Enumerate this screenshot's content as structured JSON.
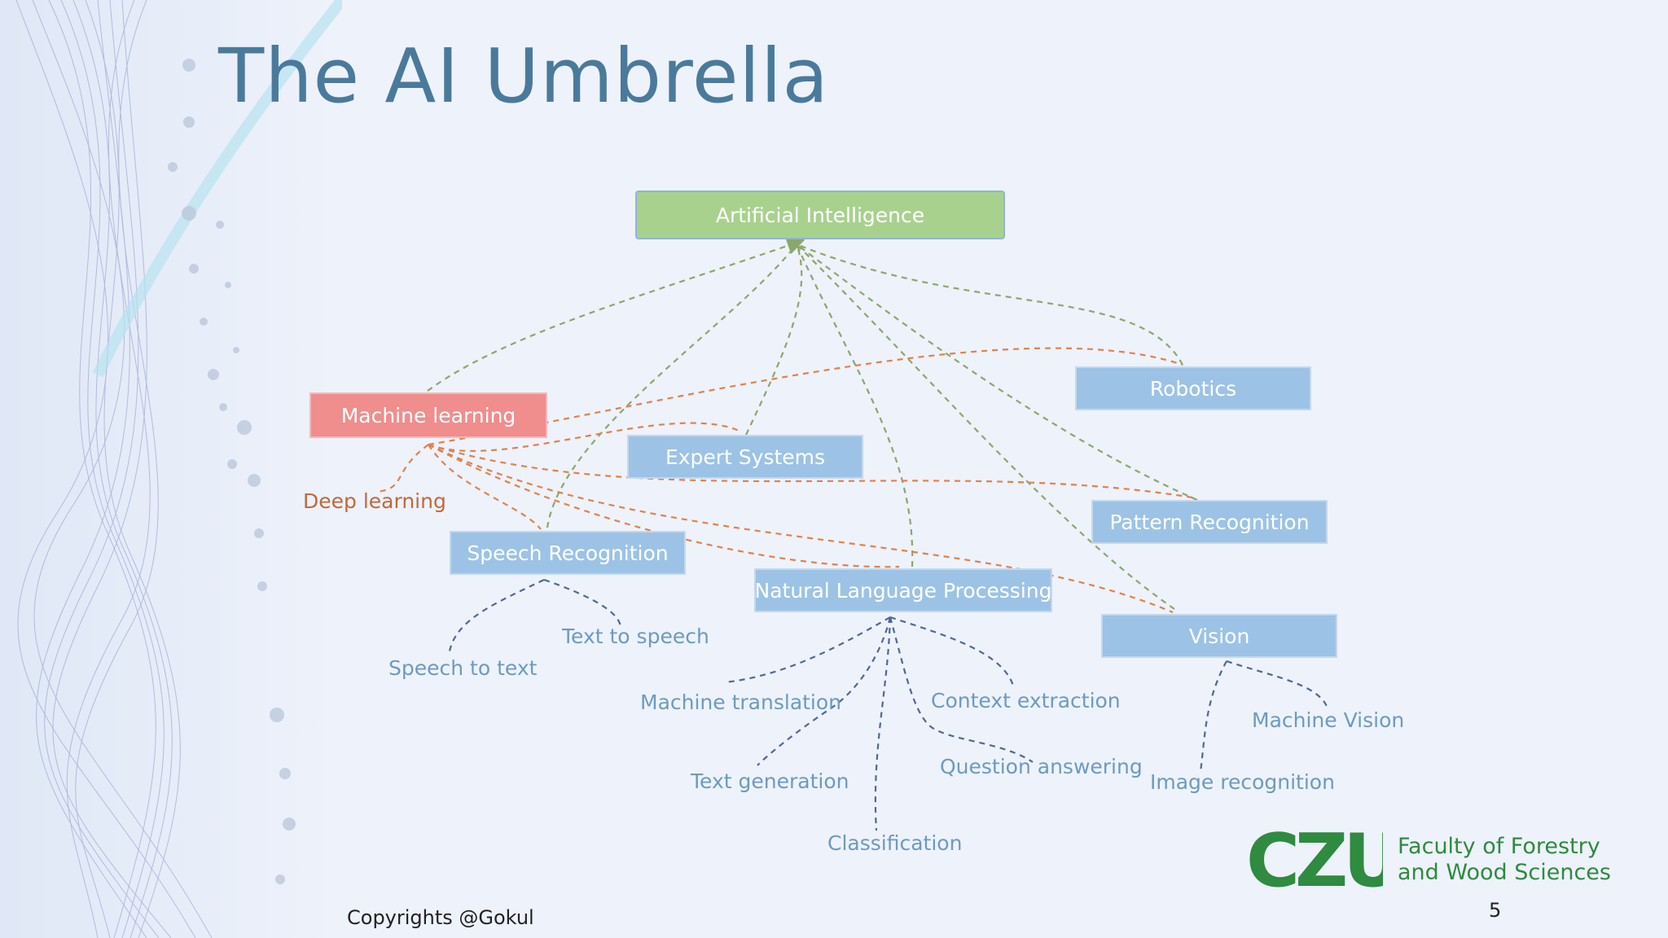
{
  "title": "The AI Umbrella",
  "nodes": {
    "ai": "Artificial Intelligence",
    "ml": "Machine learning",
    "deep_learning": "Deep learning",
    "expert": "Expert Systems",
    "robotics": "Robotics",
    "speech": "Speech Recognition",
    "nlp": "Natural Language Processing",
    "pattern": "Pattern Recognition",
    "vision": "Vision"
  },
  "leaves": {
    "speech_to_text": "Speech to text",
    "text_to_speech": "Text to speech",
    "machine_translation": "Machine translation",
    "context_extraction": "Context extraction",
    "text_generation": "Text generation",
    "question_answering": "Question answering",
    "classification": "Classification",
    "machine_vision": "Machine Vision",
    "image_recognition": "Image recognition"
  },
  "footer": {
    "copyright": "Copyrights @Gokul",
    "page_number": "5",
    "faculty_line1": "Faculty of Forestry",
    "faculty_line2": "and Wood Sciences",
    "logo_text": "CZU"
  },
  "colors": {
    "title": "#4a7a9b",
    "ai_box": "#a9d18e",
    "ml_box": "#f08d8d",
    "topic_box": "#9cc3e5",
    "ai_links": "#8aa86b",
    "ml_links": "#e0824a",
    "leaf_links": "#4d6a92",
    "logo_green": "#2e8b3f"
  }
}
